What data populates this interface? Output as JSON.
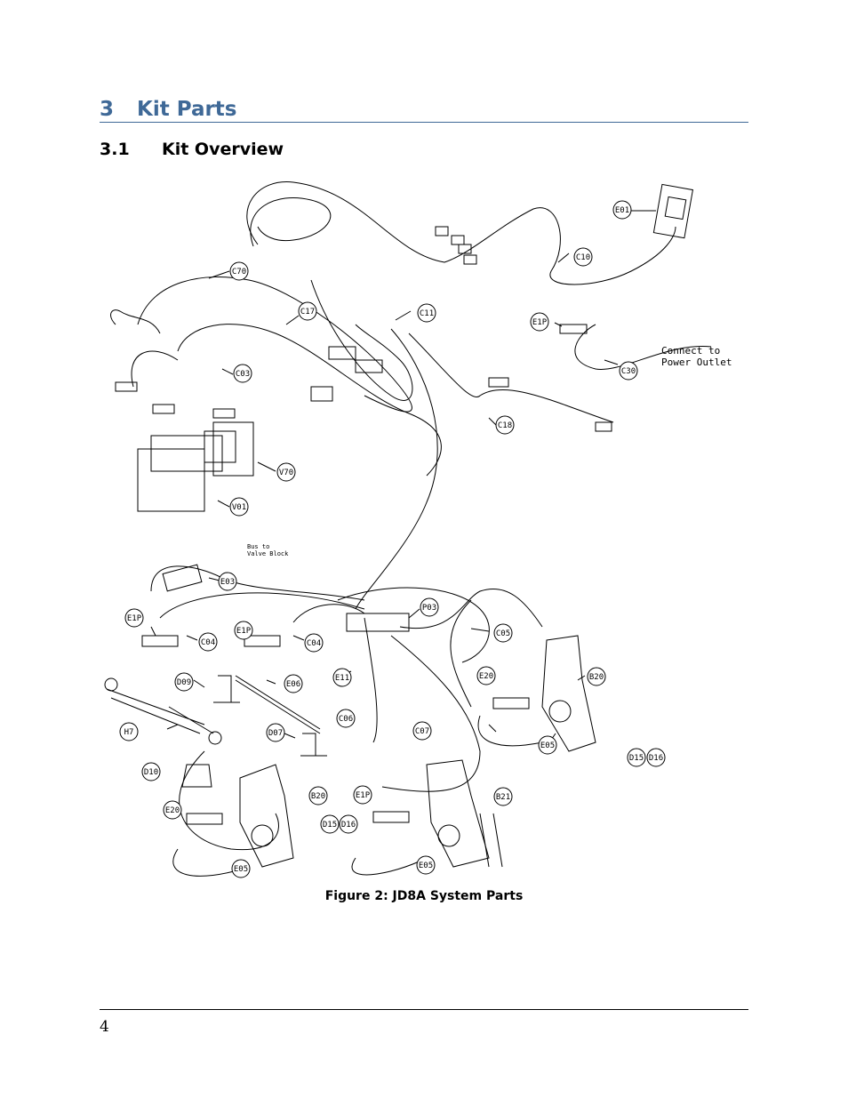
{
  "section": {
    "number": "3",
    "title": "Kit Parts"
  },
  "subsection": {
    "number": "3.1",
    "title": "Kit Overview"
  },
  "figure": {
    "caption": "Figure 2: JD8A System Parts",
    "labels": [
      "E01",
      "C10",
      "C11",
      "C70",
      "C17",
      "E1P",
      "C30",
      "C03",
      "C18",
      "V70",
      "V01",
      "E03",
      "P03",
      "E1P",
      "C04",
      "E1P",
      "C04",
      "C05",
      "E11",
      "E20",
      "B20",
      "D09",
      "E06",
      "H7",
      "D07",
      "C06",
      "C07",
      "E05",
      "D15",
      "D16",
      "D10",
      "E20",
      "B20",
      "D15",
      "D16",
      "E1P",
      "B21",
      "E05",
      "E05"
    ],
    "notes": [
      "Connect to",
      "Power Outlet",
      "Bus to",
      "Valve Block"
    ]
  },
  "page_number": "4"
}
